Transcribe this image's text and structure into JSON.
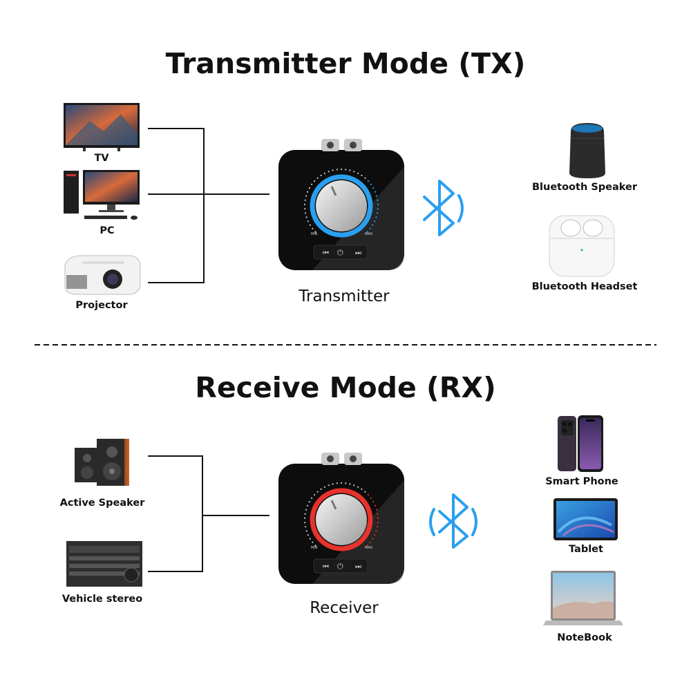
{
  "tx": {
    "title": "Transmitter Mode (TX)",
    "sources": [
      "TV",
      "PC",
      "Projector"
    ],
    "device_label": "Transmitter",
    "knob_min": "MIN",
    "knob_max": "MAX",
    "targets": [
      "Bluetooth Speaker",
      "Bluetooth Headset"
    ],
    "ring_color": "#2a9ff0"
  },
  "rx": {
    "title": "Receive Mode (RX)",
    "outputs": [
      "Active Speaker",
      "Vehicle stereo"
    ],
    "device_label": "Receiver",
    "knob_min": "MIN",
    "knob_max": "MAX",
    "sources": [
      "Smart Phone",
      "Tablet",
      "NoteBook"
    ],
    "ring_color": "#e8322c"
  },
  "colors": {
    "bluetooth": "#2a9ff0",
    "line": "#111111"
  }
}
